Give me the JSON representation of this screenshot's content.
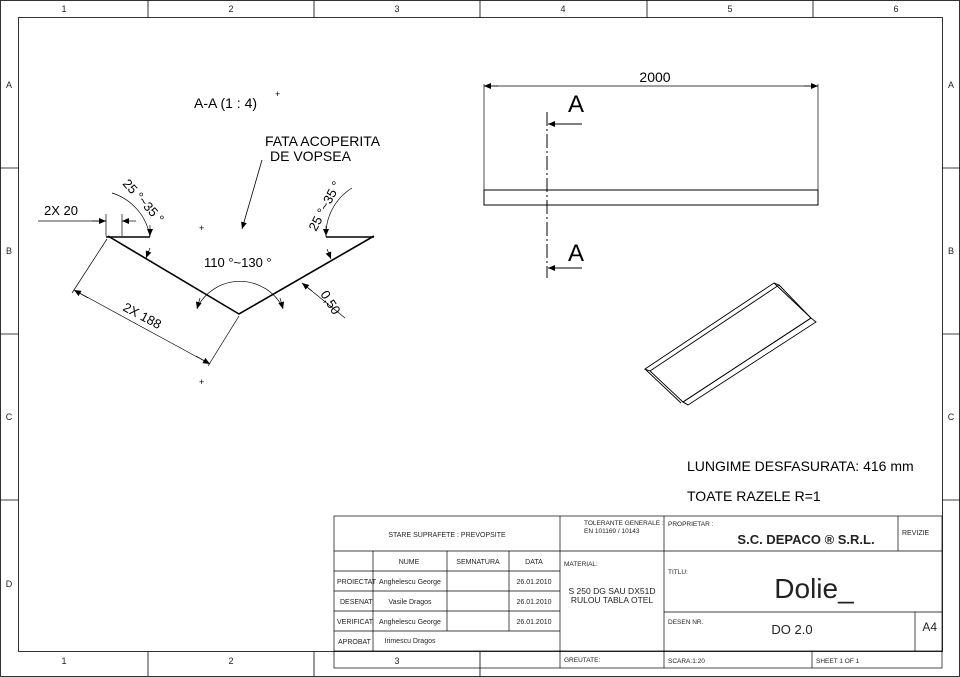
{
  "frame": {
    "col_numbers": [
      "1",
      "2",
      "3",
      "4",
      "5",
      "6"
    ],
    "row_letters": [
      "A",
      "B",
      "C",
      "D"
    ]
  },
  "section_view": {
    "title": "A-A (1 : 4)",
    "note_line1": "FATA ACOPERITA",
    "note_line2": "DE VOPSEA",
    "dim_left_flange": "2X 20",
    "dim_left_angle": "25 °~35 °",
    "dim_right_angle": "25 °~35 °",
    "dim_center_angle": "110 °~130 °",
    "dim_wing_length": "2X 188",
    "dim_thickness": "0,50"
  },
  "top_view": {
    "dim_length": "2000",
    "section_mark_top": "A",
    "section_mark_bottom": "A"
  },
  "notes": {
    "developed_length": "LUNGIME DESFASURATA: 416 mm",
    "radii": "TOATE RAZELE R=1"
  },
  "title_block": {
    "surface_state": "STARE SUPRAFETE : PREVOPSITE",
    "tolerances_line1": "TOLERANTE GENERALE :",
    "tolerances_line2": "EN 101169 / 10143",
    "owner_label": "PROPRIETAR :",
    "owner_name": "S.C. DEPACO ®  S.R.L.",
    "revision_label": "REVIZIE",
    "header_name": "NUME",
    "header_signature": "SEMNATURA",
    "header_date": "DATA",
    "rows": [
      {
        "role": "PROIECTAT",
        "name": "Anghelescu George",
        "date": "26.01.2010"
      },
      {
        "role": "DESENAT",
        "name": "Vasile Dragos",
        "date": "26.01.2010"
      },
      {
        "role": "VERIFICAT",
        "name": "Anghelescu George",
        "date": "26.01.2010"
      },
      {
        "role": "APROBAT",
        "name": "Irimescu Dragos",
        "date": ""
      }
    ],
    "material_label": "MATERIAL:",
    "material_line1": "S 250 DG SAU DX51D",
    "material_line2": "RULOU TABLA OTEL",
    "title_label": "TITLU:",
    "title_value": "Dolie_",
    "drawing_no_label": "DESEN NR.",
    "drawing_no": "DO 2.0",
    "paper_size": "A4",
    "weight_label": "GREUTATE:",
    "scale": "SCARA:1:20",
    "sheet": "SHEET 1 OF 1"
  }
}
